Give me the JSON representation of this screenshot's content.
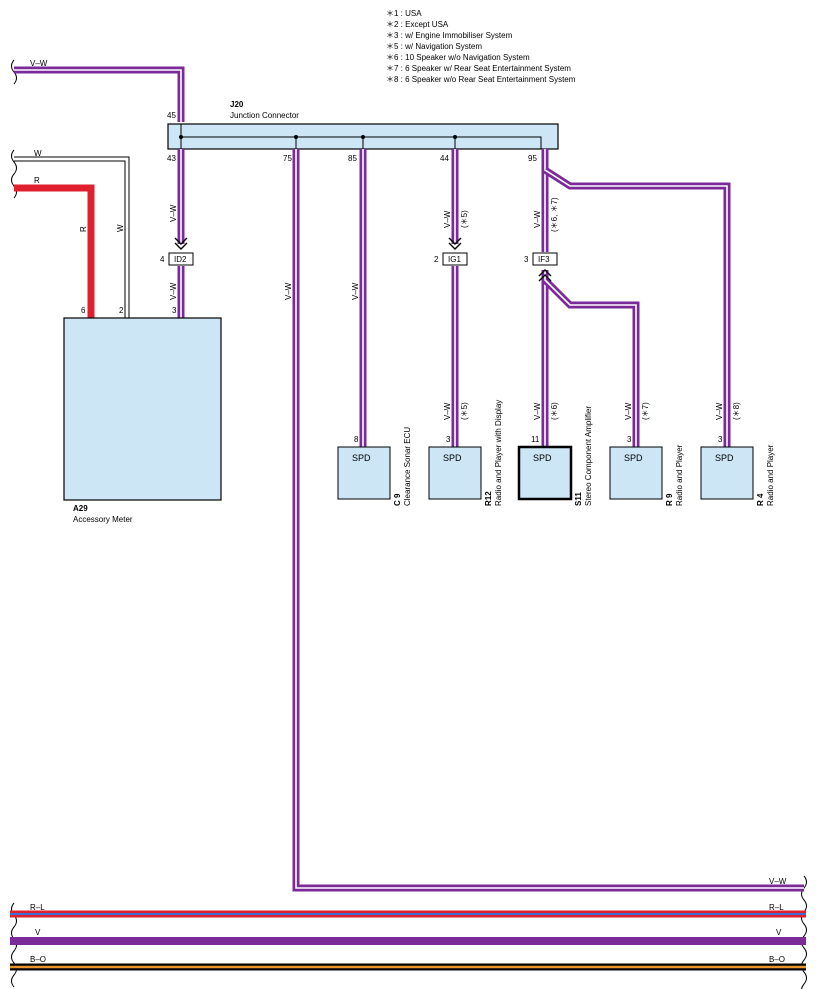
{
  "notes": [
    "＊1 : USA",
    "＊2 : Except USA",
    "＊3 : w/ Engine Immobiliser System",
    "＊5 : w/ Navigation System",
    "＊6 : 10 Speaker w/o Navigation System",
    "＊7 : 6 Speaker w/ Rear Seat Entertainment System",
    "＊8 : 6 Speaker w/o Rear Seat Entertainment System"
  ],
  "junction": {
    "code": "J20",
    "name": "Junction Connector",
    "pins": [
      "45",
      "43",
      "75",
      "85",
      "44",
      "95"
    ]
  },
  "wires": {
    "top_in": "V–W",
    "w": "W",
    "r": "R",
    "r_vert": "R",
    "w_vert": "W",
    "vw": "V–W",
    "bottom_vw": "V–W",
    "rl": "R–L",
    "v": "V",
    "bo": "B–O"
  },
  "colors": {
    "violet": "#7b2a9a",
    "red": "#e0202e",
    "orange": "#e8962a",
    "blue": "#3b6fd6",
    "box": "#cce6f5"
  },
  "inline": [
    {
      "code": "ID2",
      "pin": "4"
    },
    {
      "code": "IG1",
      "pin": "2",
      "cond": "(＊5)"
    },
    {
      "code": "IF3",
      "pin": "3",
      "cond": "(＊6, ＊7)"
    }
  ],
  "meter": {
    "code": "A29",
    "name": "Accessory Meter",
    "pins": [
      "6",
      "2",
      "3"
    ]
  },
  "components": [
    {
      "code": "C 9",
      "name": "Clearance Sonar ECU",
      "pin": "8",
      "label": "SPD",
      "cond": ""
    },
    {
      "code": "R12",
      "name": "Radio and Player with Display",
      "pin": "3",
      "label": "SPD",
      "cond": "(＊5)"
    },
    {
      "code": "S11",
      "name": "Stereo Component Amplifier",
      "pin": "11",
      "label": "SPD",
      "cond": "(＊6)"
    },
    {
      "code": "R 9",
      "name": "Radio and Player",
      "pin": "3",
      "label": "SPD",
      "cond": "(＊7)"
    },
    {
      "code": "R 4",
      "name": "Radio and Player",
      "pin": "3",
      "label": "SPD",
      "cond": "(＊8)"
    }
  ]
}
